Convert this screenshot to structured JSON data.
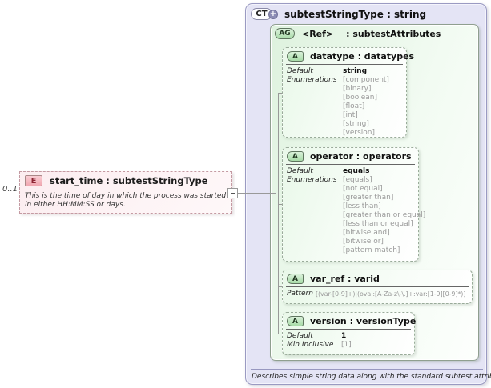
{
  "badges": {
    "element": "E",
    "complex_type": "CT",
    "expand": "+",
    "attribute_group": "AG",
    "attribute": "A"
  },
  "element": {
    "cardinality": "0..1",
    "title": "start_time : subtestStringType",
    "annotation": "This is the time of day in which the process was started in either HH:MM:SS or days."
  },
  "complex_type": {
    "title": "subtestStringType : string",
    "description": "Describes simple string data along with the standard subtest attributes.",
    "attribute_group": {
      "ref_label": "<Ref>",
      "type_label": ": subtestAttributes",
      "attributes": [
        {
          "name": "datatype : datatypes",
          "default_label": "Default",
          "default_value": "string",
          "enum_label": "Enumerations",
          "enumerations": [
            "[component]",
            "[binary]",
            "[boolean]",
            "[float]",
            "[int]",
            "[string]",
            "[version]"
          ]
        },
        {
          "name": "operator : operators",
          "default_label": "Default",
          "default_value": "equals",
          "enum_label": "Enumerations",
          "enumerations": [
            "[equals]",
            "[not equal]",
            "[greater than]",
            "[less than]",
            "[greater than or equal]",
            "[less than or equal]",
            "[bitwise and]",
            "[bitwise or]",
            "[pattern match]"
          ]
        },
        {
          "name": "var_ref : varid",
          "pattern_label": "Pattern",
          "pattern_value": "[(var-[0-9]+)|(oval:[A-Za-z\\-\\.]+:var:[1-9][0-9]*)]"
        },
        {
          "name": "version : versionType",
          "default_label": "Default",
          "default_value": "1",
          "min_inclusive_label": "Min Inclusive",
          "min_inclusive_value": "[1]"
        }
      ]
    }
  },
  "colors": {
    "complex_type_fill": "#e4e4f5",
    "attribute_group_fill": "#def2de",
    "attribute_fill": "#e9f8e9",
    "element_fill": "#fcedf0",
    "badge_green": "#aadcaa",
    "badge_pink": "#f0a6b0",
    "connector": "#999999"
  }
}
